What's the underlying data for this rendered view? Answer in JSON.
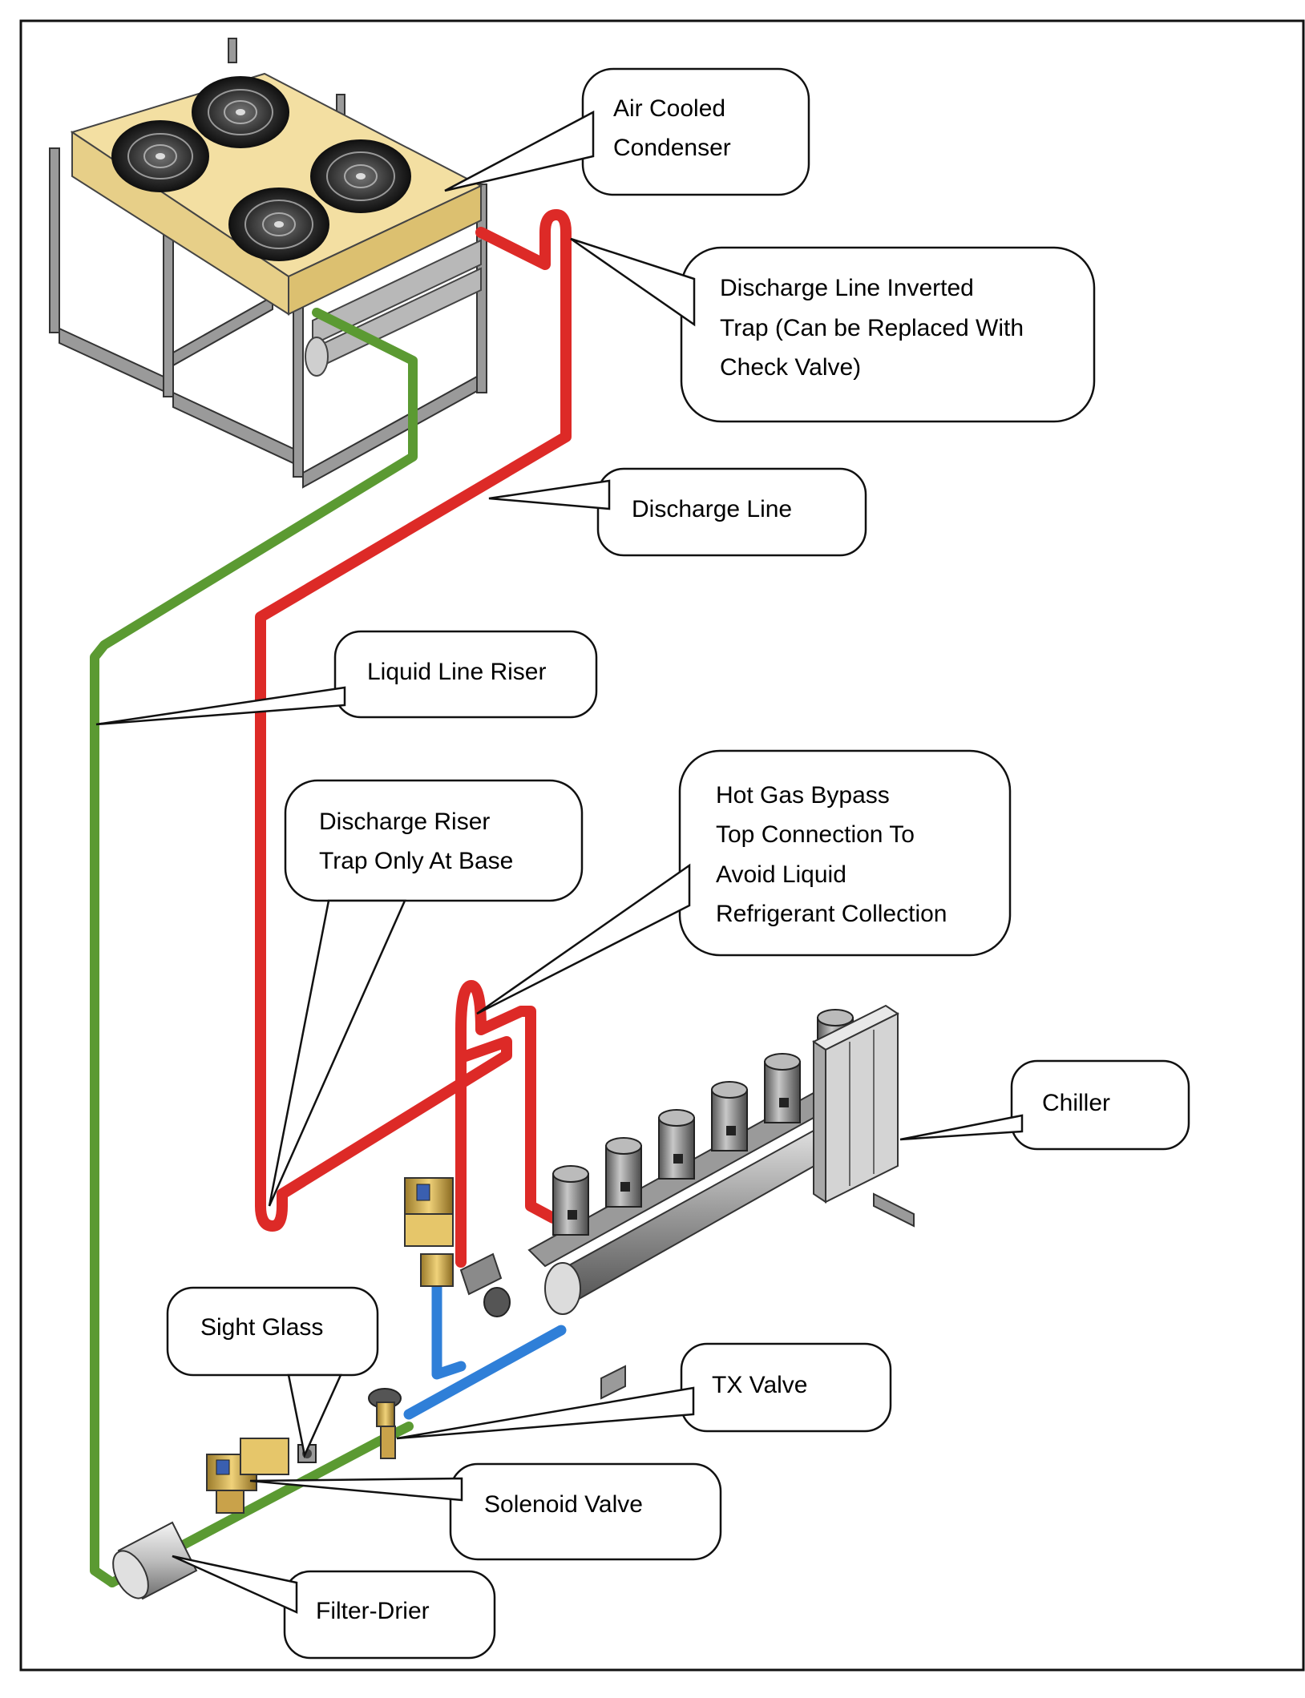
{
  "colors": {
    "discharge_line": "#dd2a27",
    "liquid_line": "#5b9a32",
    "suction_line": "#2f7fd8",
    "condenser_body": "#f3dfa2",
    "frame_metal": "#8c8c8c"
  },
  "callouts": {
    "air_cooled_condenser": [
      "Air Cooled",
      "Condenser"
    ],
    "inverted_trap": [
      "Discharge Line Inverted",
      "Trap (Can be Replaced With",
      "Check Valve)"
    ],
    "discharge_line": [
      "Discharge Line"
    ],
    "liquid_line_riser": [
      "Liquid Line Riser"
    ],
    "discharge_riser": [
      "Discharge Riser",
      "Trap Only At Base"
    ],
    "hot_gas_bypass": [
      "Hot Gas Bypass",
      "Top Connection To",
      "Avoid Liquid",
      "Refrigerant Collection"
    ],
    "chiller": [
      "Chiller"
    ],
    "sight_glass": [
      "Sight Glass"
    ],
    "tx_valve": [
      "TX Valve"
    ],
    "solenoid_valve": [
      "Solenoid Valve"
    ],
    "filter_drier": [
      "Filter-Drier"
    ]
  }
}
